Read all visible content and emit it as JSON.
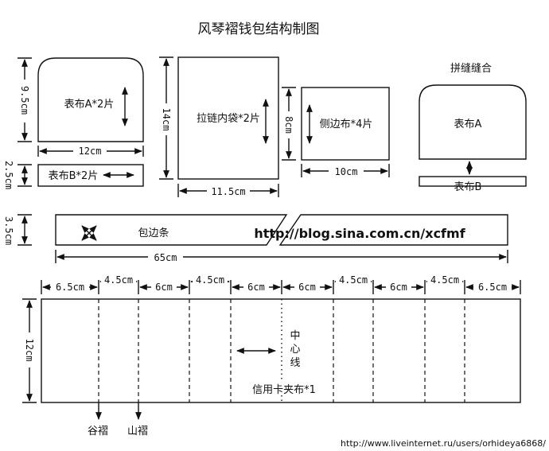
{
  "title": "风琴褶钱包结构制图",
  "pieces": {
    "front_a": {
      "label": "表布A*2片",
      "height": "9.5cm",
      "width": "12cm"
    },
    "front_b": {
      "label": "表布B*2片",
      "height": "2.5cm"
    },
    "zip_pocket": {
      "label": "拉链内袋*2片",
      "height": "14cm",
      "width": "11.5cm"
    },
    "side": {
      "label": "侧边布*4片",
      "height": "8cm",
      "width": "10cm"
    },
    "pieced": {
      "title": "拼缝缝合",
      "a_label": "表布A",
      "b_label": "表布B"
    },
    "binding": {
      "label": "包边条",
      "height": "3.5cm",
      "width": "65cm"
    },
    "card": {
      "label": "信用卡夹布*1",
      "height": "12cm",
      "center": [
        "中",
        "心",
        "线"
      ],
      "segments": [
        "6.5cm",
        "4.5cm",
        "6cm",
        "4.5cm",
        "6cm",
        "6cm",
        "4.5cm",
        "6cm",
        "4.5cm",
        "6.5cm"
      ],
      "fold_valley": "谷褶",
      "fold_mountain": "山褶"
    }
  },
  "watermark_blog": "http://blog.sina.com.cn/xcfmf",
  "watermark_url": "http://www.liveinternet.ru/users/orhideya6868/"
}
